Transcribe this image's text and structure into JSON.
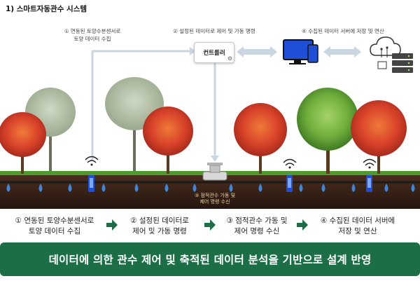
{
  "title": "1) 스마트자동관수 시스템",
  "top_steps": [
    {
      "line1": "① 연동된 토양수분센서로",
      "line2": "토양 데이터 수집"
    },
    {
      "line1": "② 설정된 데이터로 제어 및 가동 명령",
      "line2": ""
    },
    {
      "line1": "④ 수집된 데이터 서버에 저장 및 연산",
      "line2": ""
    }
  ],
  "controller_label": "컨트롤러",
  "soil_caption": {
    "line1": "③ 점적관수 가동 및",
    "line2": "제어 명령 수신"
  },
  "bottom_steps": [
    {
      "line1": "① 연동된 토양수분센서로",
      "line2": "토양 데이터 수집"
    },
    {
      "line1": "② 설정된 데이터로",
      "line2": "제어 및 가동 명령"
    },
    {
      "line1": "③ 점적관수 가동 및",
      "line2": "제어 명령 수신"
    },
    {
      "line1": "④ 수집된 데이터 서버에",
      "line2": "저장 및 연산"
    }
  ],
  "banner": "데이터에 의한 관수 제어 및 축적된 데이터 분석을 기반으로 설계 반영",
  "colors": {
    "banner": "#1b6e45",
    "step_arrow": "#1b6e45",
    "flow_arrow": "#c9d6e2",
    "soil": "#3b2418",
    "grass": "#4e9a2c",
    "tree_red": "#d9432a",
    "tree_green": "#6fae3d",
    "device_blue": "#1f4fd6"
  },
  "icons": [
    "wifi-icon",
    "gear-icon",
    "monitor-icon",
    "phone-icon",
    "cloud-icon",
    "server-icon",
    "valve-icon",
    "dripper-icon",
    "sensor-icon"
  ]
}
